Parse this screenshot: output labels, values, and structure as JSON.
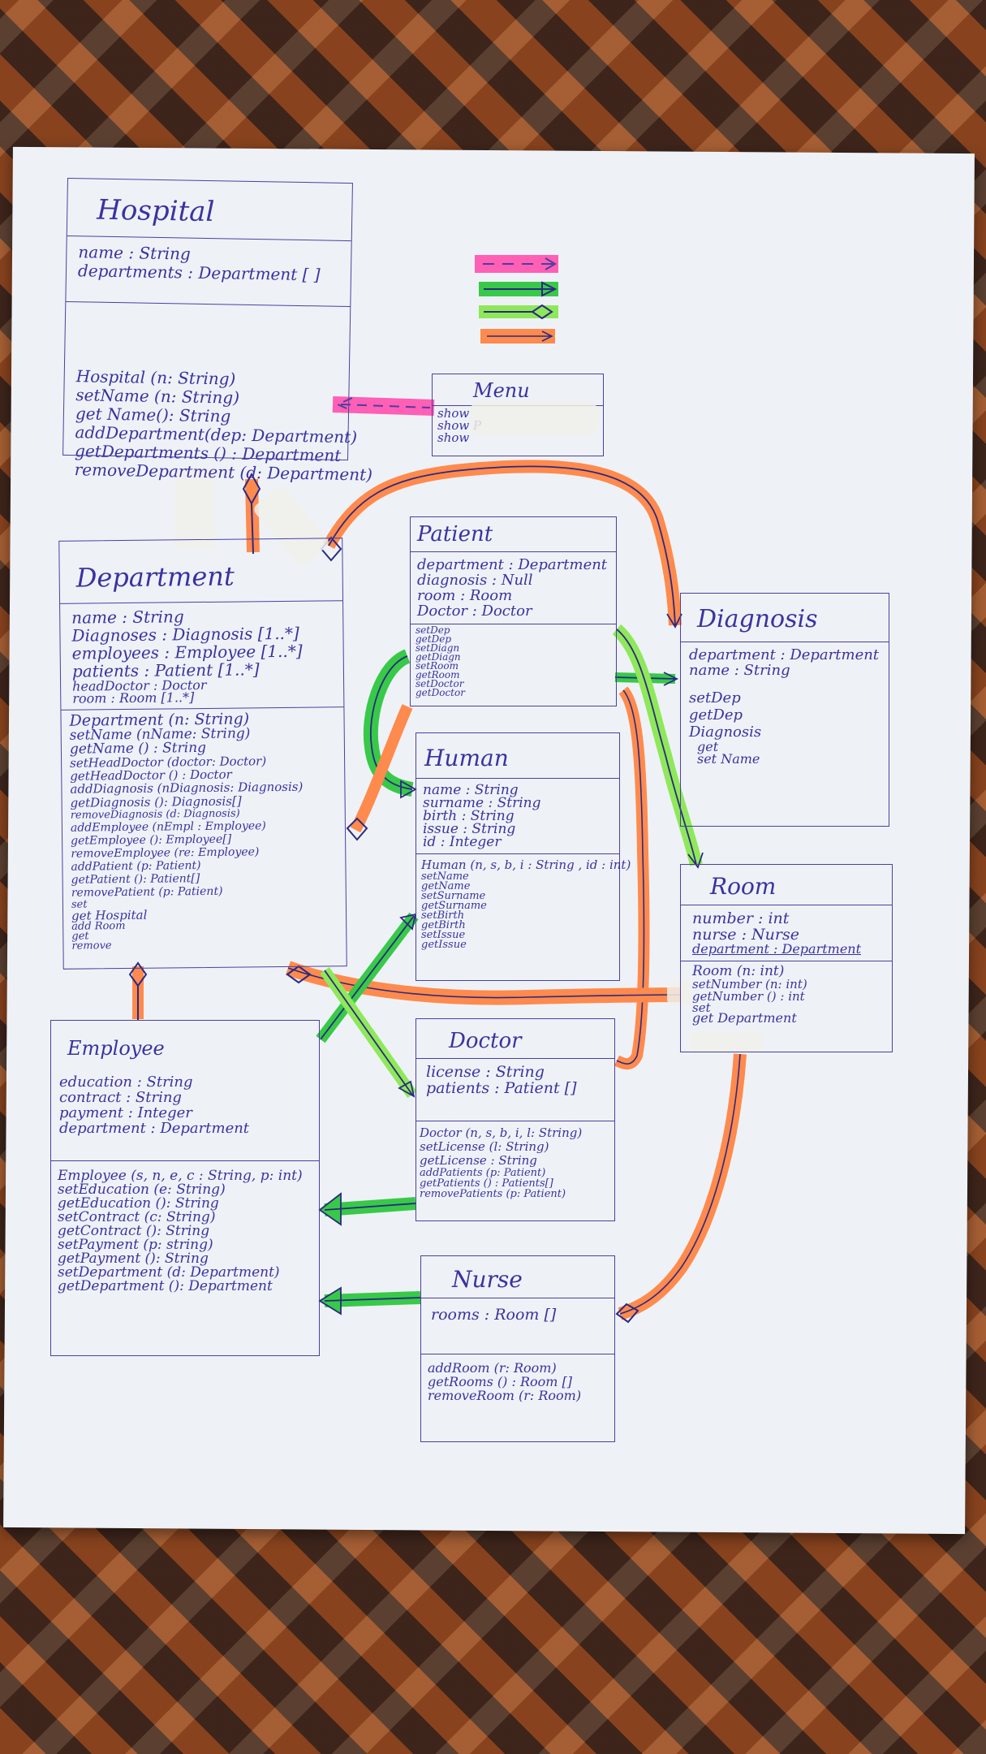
{
  "legend": {
    "colors": {
      "pink": "#ff5fb5",
      "green": "#38c948",
      "lightgreen": "#8fe85a",
      "orange": "#ff8a4d"
    }
  },
  "classes": {
    "hospital": {
      "name": "Hospital",
      "attributes": [
        "name : String",
        "departments : Department [ ]"
      ],
      "methods": [
        "Hospital (n: String)",
        "setName (n: String)",
        "get Name(): String",
        "addDepartment(dep: Department)",
        "getDepartments () : Department",
        "removeDepartment (d: Department)"
      ]
    },
    "menu": {
      "name": "Menu",
      "attributes": [
        "show",
        "show P",
        "show"
      ]
    },
    "patient": {
      "name": "Patient",
      "attributes": [
        "department : Department",
        "diagnosis : Null",
        "room : Room",
        "Doctor : Doctor"
      ],
      "methods": [
        "setDep",
        "getDep",
        "setDiagn",
        "getDiagn",
        "setRoom",
        "getRoom",
        "setDoctor",
        "getDoctor"
      ]
    },
    "diagnosis": {
      "name": "Diagnosis",
      "attributes": [
        "department : Department",
        "name : String"
      ],
      "methods": [
        "setDep",
        "getDep",
        "Diagnosis",
        "get",
        "set Name"
      ]
    },
    "department": {
      "name": "Department",
      "attributes": [
        "name : String",
        "Diagnoses : Diagnosis [1..*]",
        "employees : Employee [1..*]",
        "patients : Patient [1..*]",
        "headDoctor : Doctor",
        "room : Room [1..*]"
      ],
      "methods": [
        "Department (n: String)",
        "setName (nName: String)",
        "getName () : String",
        "setHeadDoctor (doctor: Doctor)",
        "getHeadDoctor () : Doctor",
        "addDiagnosis (nDiagnosis: Diagnosis)",
        "getDiagnosis (): Diagnosis[]",
        "removeDiagnosis (d: Diagnosis)",
        "addEmployee (nEmpl : Employee)",
        "getEmployee (): Employee[]",
        "removeEmployee (re: Employee)",
        "addPatient (p: Patient)",
        "getPatient (): Patient[]",
        "removePatient (p: Patient)",
        "set",
        "get Hospital",
        "add Room",
        "get",
        "remove"
      ]
    },
    "human": {
      "name": "Human",
      "attributes": [
        "name : String",
        "surname : String",
        "birth : String",
        "issue : String",
        "id : Integer"
      ],
      "methods": [
        "Human (n, s, b, i : String , id : int)",
        "setName",
        "getName",
        "setSurname",
        "getSurname",
        "setBirth",
        "getBirth",
        "setIssue",
        "getIssue"
      ]
    },
    "room": {
      "name": "Room",
      "attributes": [
        "number : int",
        "nurse : Nurse",
        "department : Department"
      ],
      "methods": [
        "Room (n: int)",
        "setNumber (n: int)",
        "getNumber () : int",
        "set",
        "get Department"
      ]
    },
    "employee": {
      "name": "Employee",
      "attributes": [
        "education : String",
        "contract : String",
        "payment : Integer",
        "department : Department"
      ],
      "methods": [
        "Employee (s, n, e, c : String, p: int)",
        "setEducation (e: String)",
        "getEducation (): String",
        "setContract (c: String)",
        "getContract (): String",
        "setPayment (p: string)",
        "getPayment (): String",
        "setDepartment (d: Department)",
        "getDepartment (): Department"
      ]
    },
    "doctor": {
      "name": "Doctor",
      "attributes": [
        "license : String",
        "patients : Patient []"
      ],
      "methods": [
        "Doctor (n, s, b, i, l: String)",
        "setLicense (l: String)",
        "getLicense : String",
        "addPatients (p: Patient)",
        "getPatients () : Patients[]",
        "removePatients (p: Patient)"
      ]
    },
    "nurse": {
      "name": "Nurse",
      "attributes": [
        "rooms : Room []"
      ],
      "methods": [
        "addRoom (r: Room)",
        "getRooms () : Room []",
        "removeRoom (r: Room)"
      ]
    }
  }
}
